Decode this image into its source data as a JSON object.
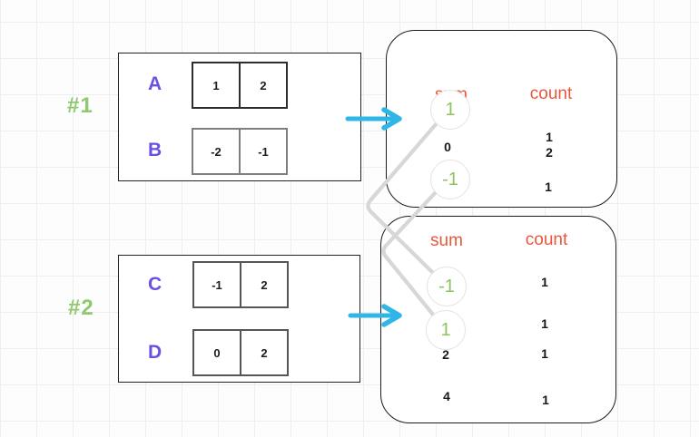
{
  "diagram": {
    "groups": [
      {
        "tag": "#1",
        "rows": [
          {
            "label": "A",
            "cells": [
              "1",
              "2"
            ]
          },
          {
            "label": "B",
            "cells": [
              "-2",
              "-1"
            ]
          }
        ]
      },
      {
        "tag": "#2",
        "rows": [
          {
            "label": "C",
            "cells": [
              "-1",
              "2"
            ]
          },
          {
            "label": "D",
            "cells": [
              "0",
              "2"
            ]
          }
        ]
      }
    ],
    "tables": [
      {
        "headers": {
          "sum": "sum",
          "count": "count"
        },
        "rows": [
          {
            "sum": "1",
            "count": "1",
            "circled": true
          },
          {
            "sum": "0",
            "count": "2",
            "circled": false
          },
          {
            "sum": "-1",
            "count": "1",
            "circled": true
          }
        ]
      },
      {
        "headers": {
          "sum": "sum",
          "count": "count"
        },
        "rows": [
          {
            "sum": "-1",
            "count": "1",
            "circled": true
          },
          {
            "sum": "1",
            "count": "1",
            "circled": true
          },
          {
            "sum": "2",
            "count": "1",
            "circled": false
          },
          {
            "sum": "4",
            "count": "1",
            "circled": false
          }
        ]
      }
    ],
    "icons": {
      "arrow_1": "right-arrow",
      "arrow_2": "right-arrow",
      "connector_1": "elbow-line",
      "connector_2": "elbow-line"
    },
    "colors": {
      "tag_green": "#8fc871",
      "label_purple": "#6b50e2",
      "header_orange": "#e8573c",
      "circle_green": "#8cc45e",
      "arrow_cyan": "#2fb5e8",
      "connector_gray": "#d7d7d7",
      "ink": "#1c1c1c"
    }
  }
}
